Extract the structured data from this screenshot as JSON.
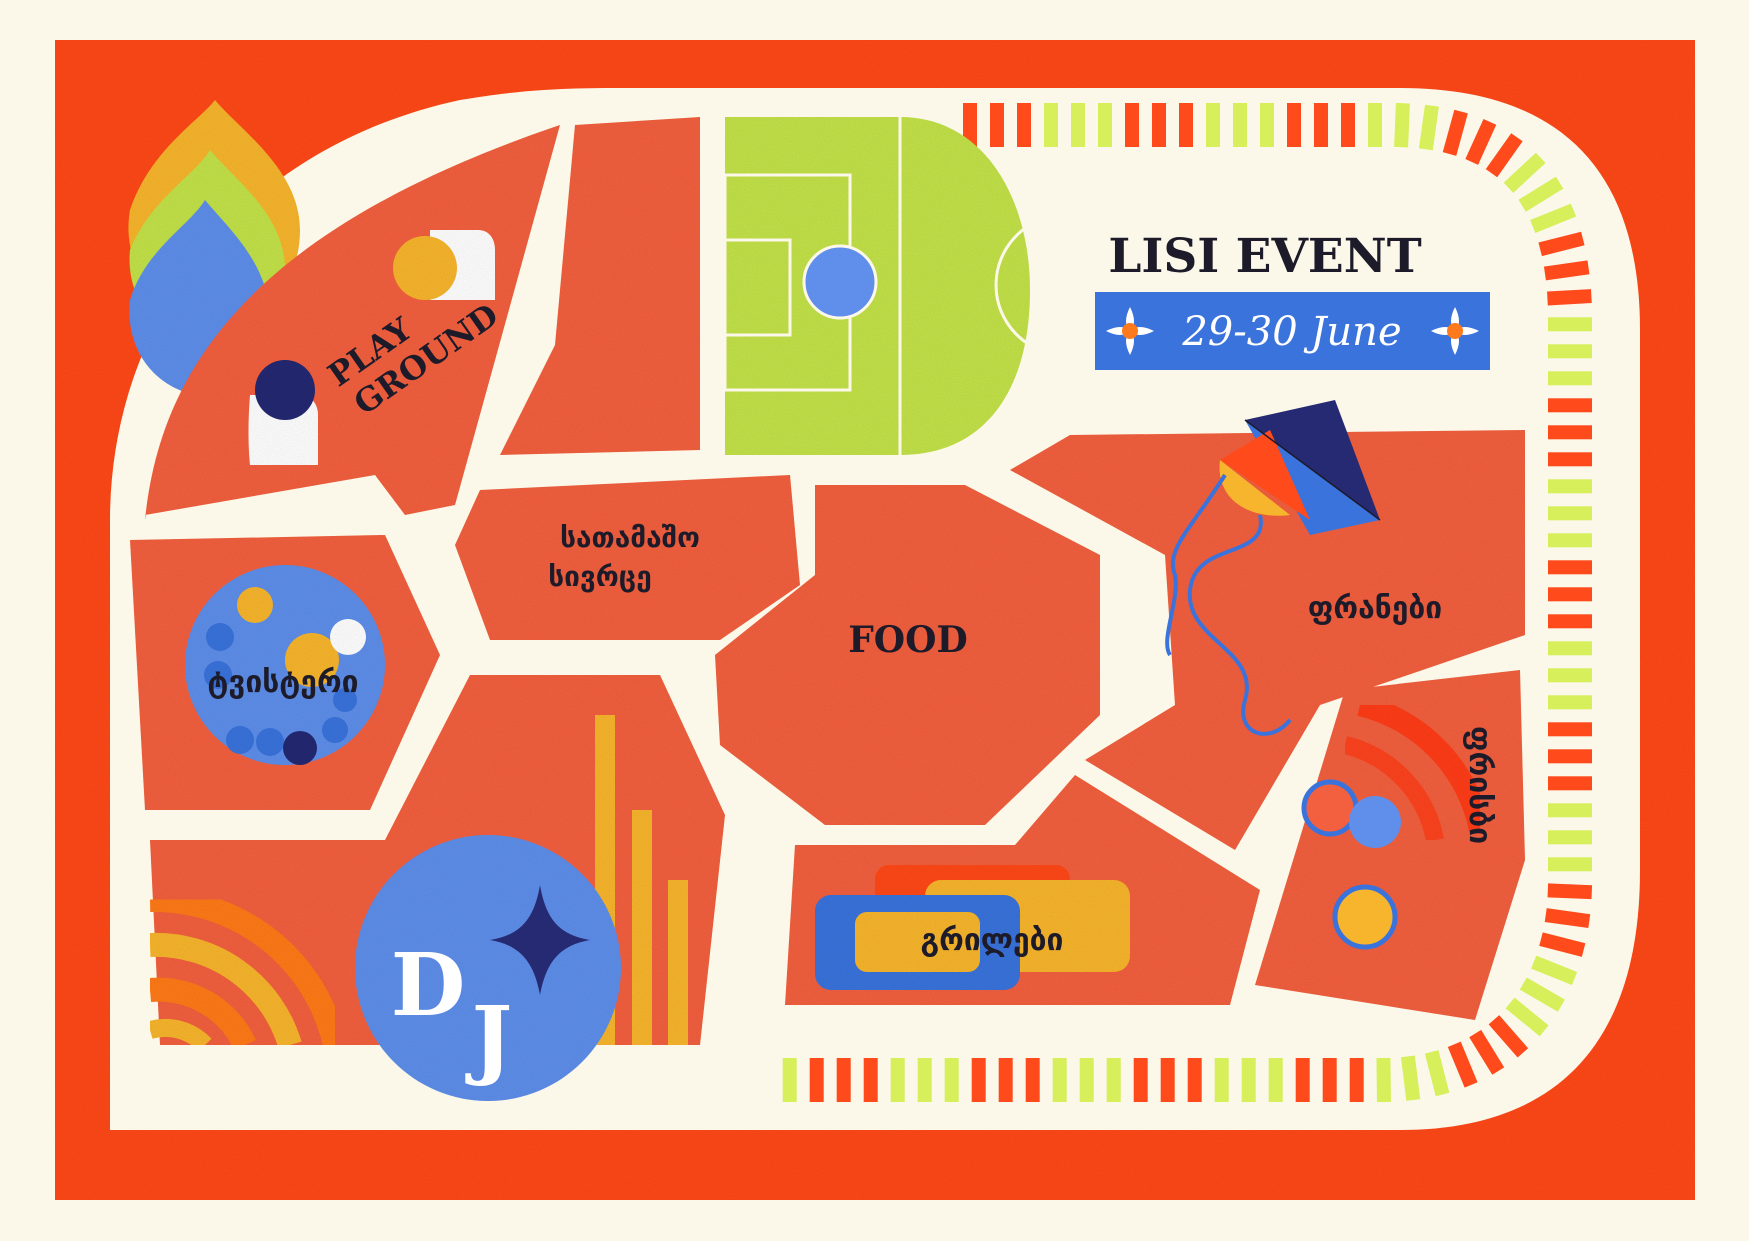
{
  "event": {
    "title": "LISI EVENT",
    "dates": "29-30 June"
  },
  "zones": {
    "playground": {
      "line1": "PLAY",
      "line2": "GROUND"
    },
    "toys": {
      "line1": "სათამაშო",
      "line2": "სივრცე"
    },
    "food": "FOOD",
    "twister": "ტვისტერი",
    "kites": "ფრანები",
    "frisbee": "ფრისბი",
    "swings": "გრილები",
    "dj": {
      "letter1": "D",
      "letter2": "J"
    }
  },
  "colors": {
    "border": "#ff4a1c",
    "zone": "#f2603f",
    "path": "#fbf8e9",
    "field": "#c3e24a",
    "blue": "#5f8fea",
    "navy": "#262a72",
    "yellow": "#f7b52d",
    "orange": "#ff7a1c",
    "lime": "#d6ef5a",
    "banner": "#3a73dc"
  },
  "icons": [
    "flower-icon",
    "kite-icon",
    "star-icon",
    "soccer-field-icon"
  ]
}
